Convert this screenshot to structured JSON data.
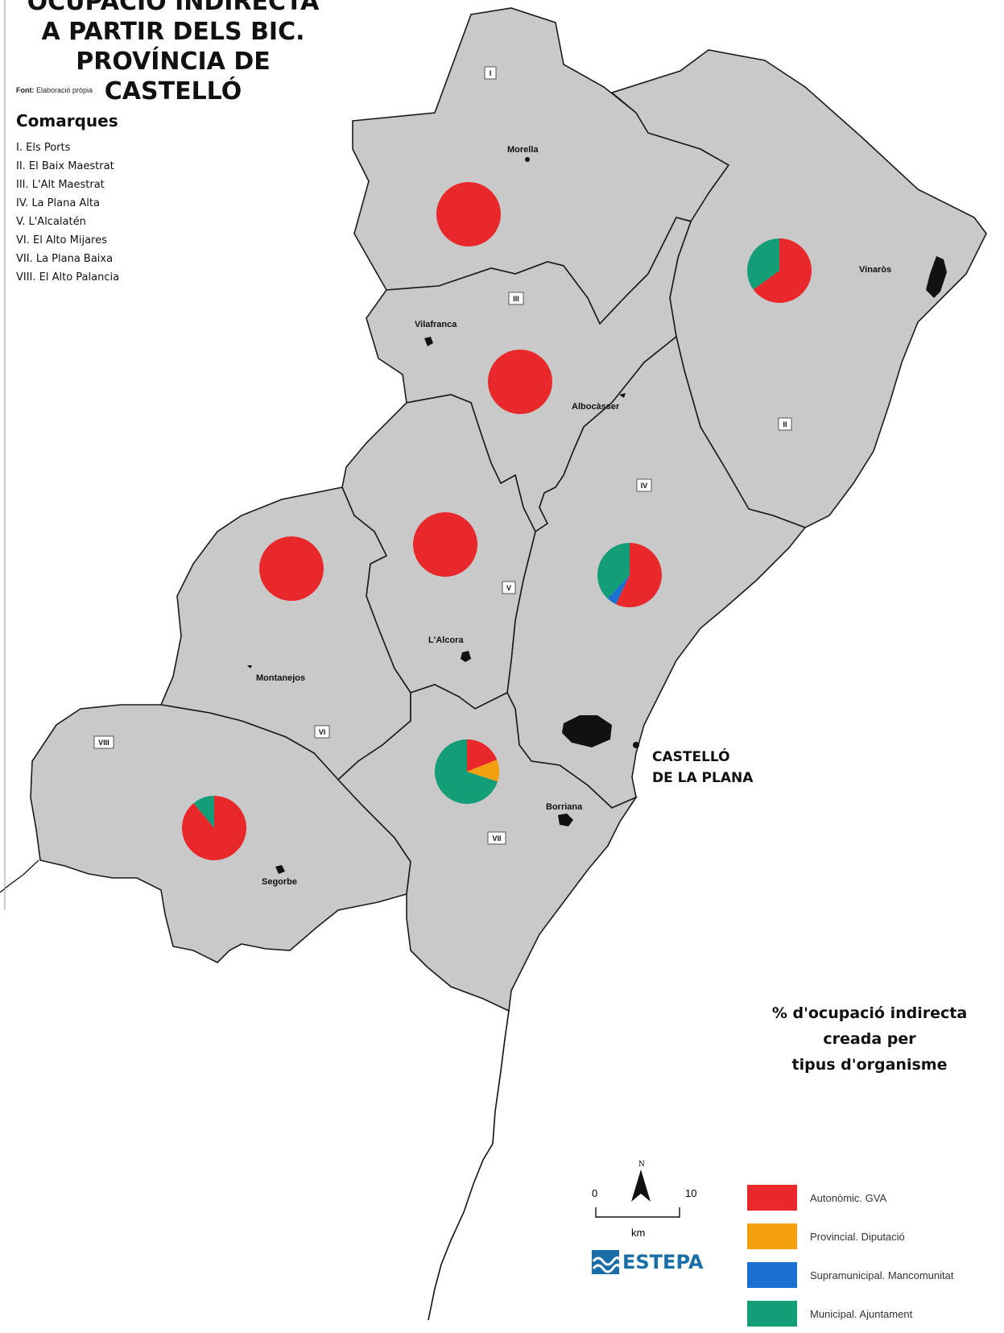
{
  "title": {
    "line1": "OCUPACIÓ INDIRECTA",
    "line2": "A PARTIR DELS BIC.",
    "line3": "PROVÍNCIA DE CASTELLÓ"
  },
  "source": {
    "label": "Font:",
    "text": "Elaboració pròpia"
  },
  "comarques": {
    "heading": "Comarques",
    "items": [
      "I. Els Ports",
      "II. El Baix Maestrat",
      "III. L'Alt Maestrat",
      "IV. La Plana Alta",
      "V. L'Alcalatén",
      "VI. El Alto Mijares",
      "VII. La Plana Baixa",
      "VIII. El Alto Palancia"
    ]
  },
  "region_codes": [
    "I",
    "II",
    "III",
    "IV",
    "V",
    "VI",
    "VII",
    "VIII"
  ],
  "towns": [
    "Morella",
    "Vinaròs",
    "Vilafranca",
    "Albocàsser",
    "L'Alcora",
    "Montanejos",
    "Borriana",
    "Segorbe"
  ],
  "capital": {
    "line1": "CASTELLÓ",
    "line2": "DE LA PLANA"
  },
  "colors": {
    "autonomic": "#e8282b",
    "provincial": "#f5a10f",
    "supramunicipal": "#1c6fd1",
    "municipal": "#139e77",
    "region_fill": "#c9c9c9",
    "region_border": "#1a1a1a"
  },
  "legend": {
    "title_line1": "% d'ocupació indirecta",
    "title_line2": "creada per",
    "title_line3": "tipus d'organisme",
    "items": [
      {
        "label": "Autonòmic. GVA",
        "color": "#e8282b"
      },
      {
        "label": "Provincial. Diputació",
        "color": "#f5a10f"
      },
      {
        "label": "Supramunicipal. Mancomunitat",
        "color": "#1c6fd1"
      },
      {
        "label": "Municipal. Ajuntament",
        "color": "#139e77"
      }
    ]
  },
  "scale": {
    "zero": "0",
    "ten": "10",
    "unit": "km",
    "north": "N"
  },
  "logo": {
    "name": "ESTEPA"
  },
  "chart_data": {
    "type": "pie",
    "categories": [
      "Autonòmic. GVA",
      "Provincial. Diputació",
      "Supramunicipal. Mancomunitat",
      "Municipal. Ajuntament"
    ],
    "pies": [
      {
        "region": "I",
        "values": [
          100,
          0,
          0,
          0
        ]
      },
      {
        "region": "II",
        "values": [
          65,
          0,
          0,
          35
        ]
      },
      {
        "region": "III",
        "values": [
          100,
          0,
          0,
          0
        ]
      },
      {
        "region": "IV",
        "values": [
          57,
          0,
          5,
          38
        ]
      },
      {
        "region": "V",
        "values": [
          100,
          0,
          0,
          0
        ]
      },
      {
        "region": "VI",
        "values": [
          100,
          0,
          0,
          0
        ]
      },
      {
        "region": "VII",
        "values": [
          19,
          11,
          0,
          70
        ]
      },
      {
        "region": "VIII",
        "values": [
          89,
          0,
          0,
          11
        ]
      }
    ]
  }
}
